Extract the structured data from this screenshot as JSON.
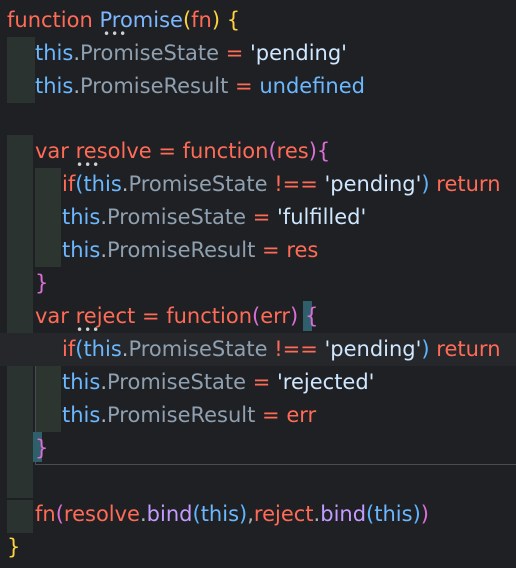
{
  "editor": {
    "theme_colors": {
      "background": "#1f2023",
      "keyword": "#ff6b57",
      "this": "#6cb8ff",
      "string": "#cfe7ff",
      "bracket_level1": "#ffd23f",
      "bracket_level2": "#d96fd6",
      "bracket_level3": "#5fb4ff"
    },
    "lines": [
      {
        "tokens": [
          "function",
          " ",
          "Promise",
          "(",
          "fn",
          ")",
          " ",
          "{"
        ]
      },
      {
        "tokens": [
          "this",
          ".",
          "PromiseState",
          " = ",
          "'pending'"
        ]
      },
      {
        "tokens": [
          "this",
          ".",
          "PromiseResult",
          " = ",
          "undefined"
        ]
      },
      {
        "tokens": []
      },
      {
        "tokens": [
          "var",
          " ",
          "resolve",
          " = ",
          "function",
          "(",
          "res",
          ")",
          "{"
        ]
      },
      {
        "tokens": [
          "if",
          "(",
          "this",
          ".",
          "PromiseState",
          " !== ",
          "'pending'",
          ")",
          " ",
          "return"
        ]
      },
      {
        "tokens": [
          "this",
          ".",
          "PromiseState",
          " = ",
          "'fulfilled'"
        ]
      },
      {
        "tokens": [
          "this",
          ".",
          "PromiseResult",
          " = ",
          "res"
        ]
      },
      {
        "tokens": [
          "}"
        ]
      },
      {
        "tokens": [
          "var",
          " ",
          "reject",
          " = ",
          "function",
          "(",
          "err",
          ")",
          " ",
          "{"
        ]
      },
      {
        "tokens": [
          "if",
          "(",
          "this",
          ".",
          "PromiseState",
          " !== ",
          "'pending'",
          ")",
          " ",
          "return"
        ]
      },
      {
        "tokens": [
          "this",
          ".",
          "PromiseState",
          " = ",
          "'rejected'"
        ]
      },
      {
        "tokens": [
          "this",
          ".",
          "PromiseResult",
          " = ",
          "err"
        ]
      },
      {
        "tokens": [
          "}"
        ]
      },
      {
        "tokens": []
      },
      {
        "tokens": [
          "fn",
          "(",
          "resolve",
          ".",
          "bind",
          "(",
          "this",
          ")",
          ",",
          "reject",
          ".",
          "bind",
          "(",
          "this",
          ")",
          ")"
        ]
      },
      {
        "tokens": [
          "}"
        ]
      }
    ]
  }
}
